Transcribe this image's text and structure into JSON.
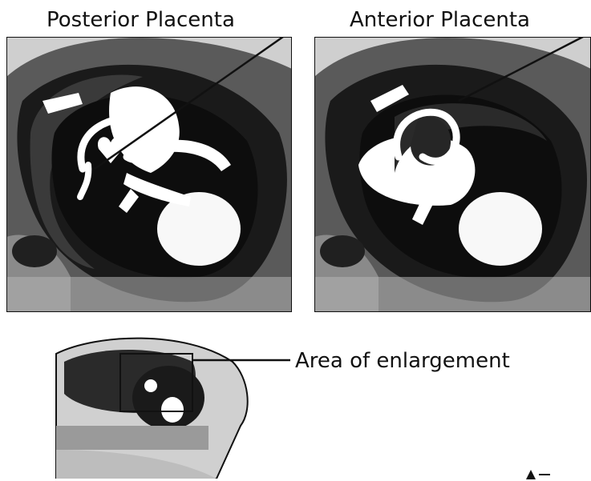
{
  "figure": {
    "panels": [
      {
        "title": "Posterior Placenta"
      },
      {
        "title": "Anterior Placenta"
      }
    ],
    "overview": {
      "callout": "Area of enlargement"
    },
    "colors": {
      "ink": "#111111",
      "dark_tissue": "#1a1a1a",
      "mid_tissue": "#3a3a3a",
      "light_tissue": "#ffffff",
      "paper": "#ffffff"
    }
  }
}
